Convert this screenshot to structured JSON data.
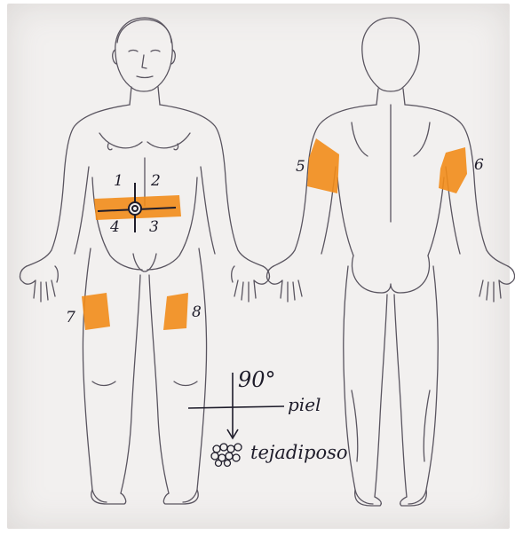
{
  "zone_labels": {
    "z1": "1",
    "z2": "2",
    "z3": "3",
    "z4": "4",
    "z5": "5",
    "z6": "6",
    "z7": "7",
    "z8": "8"
  },
  "injection_note": {
    "angle": "90°",
    "skin": "piel",
    "tissue": "tejadiposo"
  },
  "colors": {
    "highlight": "#f28c1a",
    "pencil": "#5a5560",
    "ink": "#1e1c2a",
    "paper": "#f2f0ef"
  }
}
